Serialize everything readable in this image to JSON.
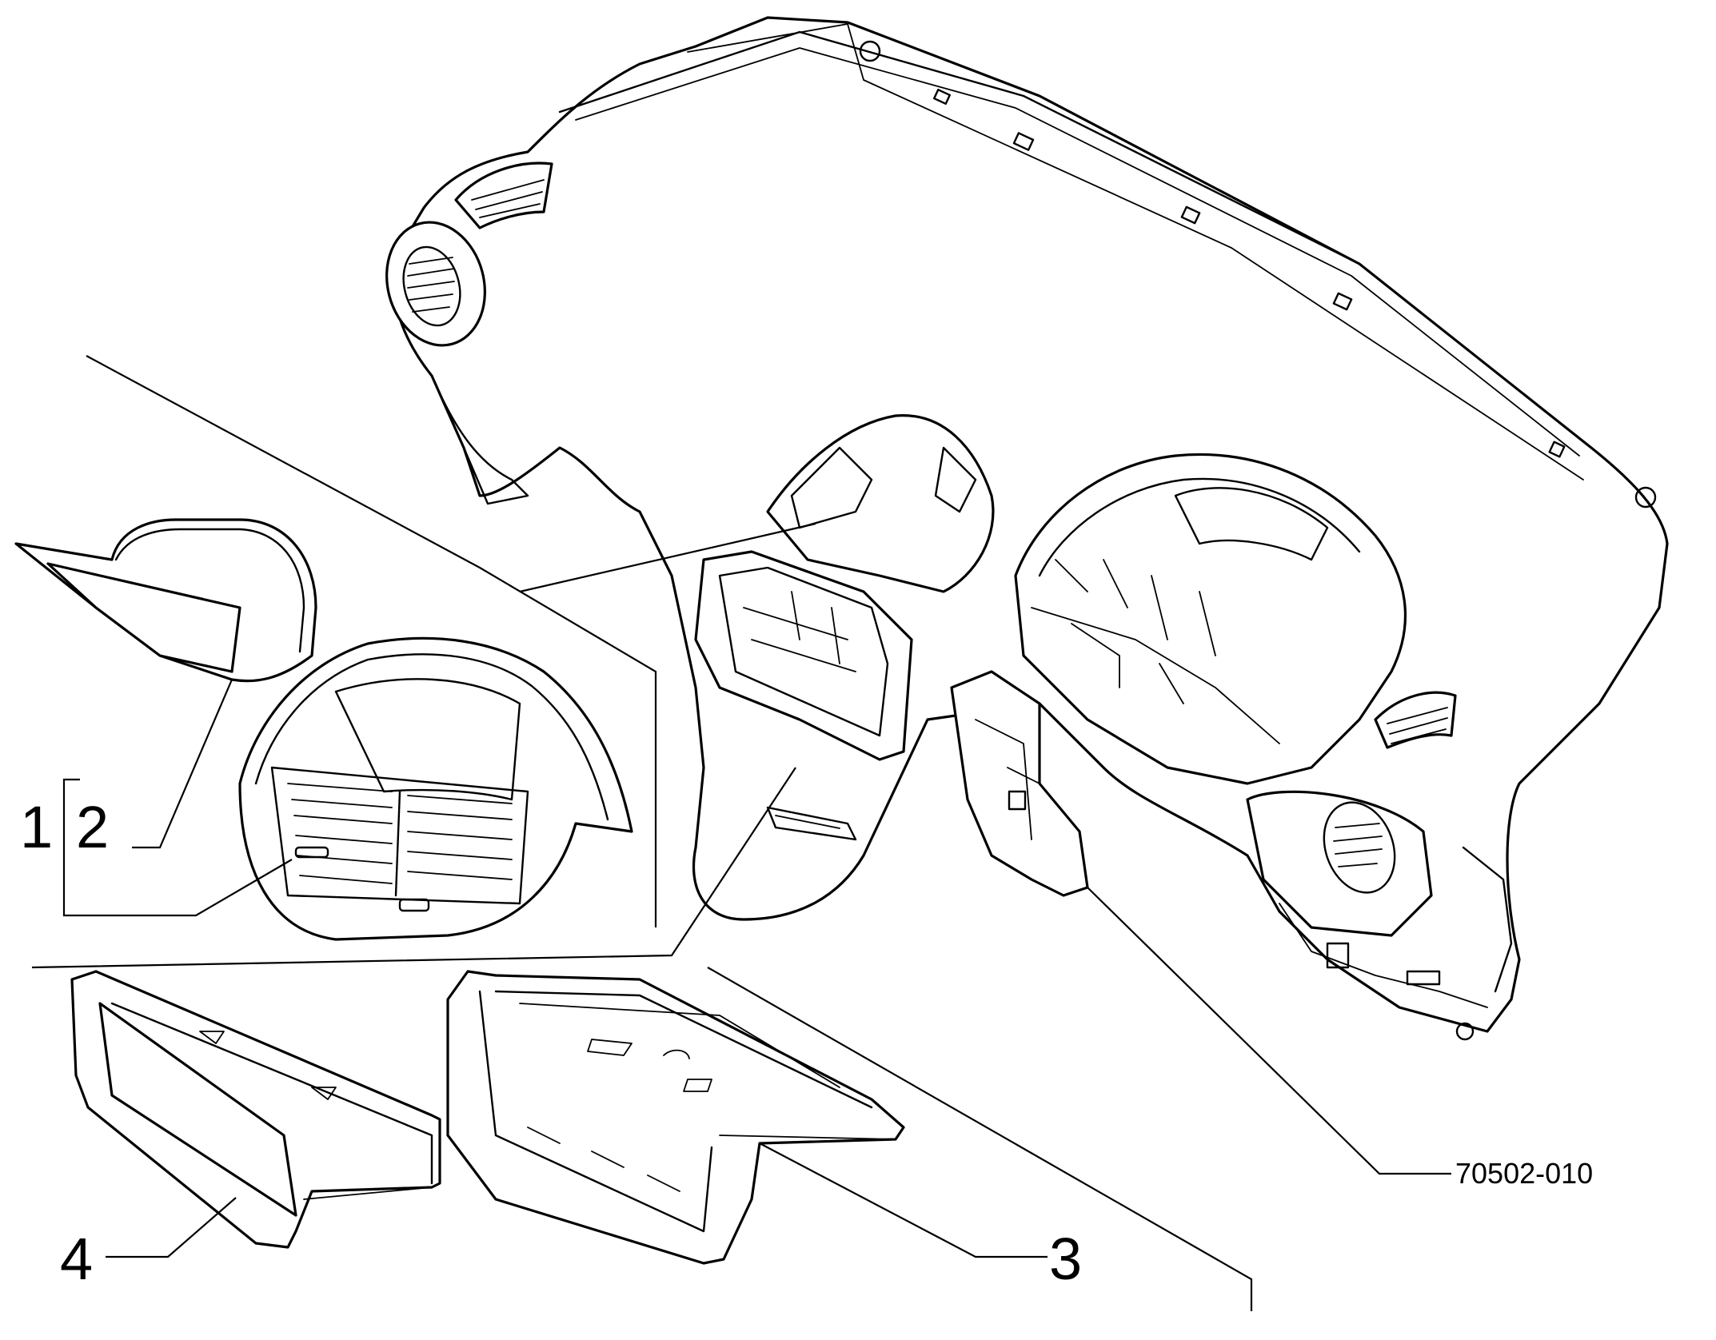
{
  "callouts": {
    "item_1": "1",
    "item_2": "2",
    "item_3": "3",
    "item_4": "4"
  },
  "drawing_code": "70502-010",
  "colors": {
    "ink": "#000000",
    "paper": "#ffffff"
  }
}
